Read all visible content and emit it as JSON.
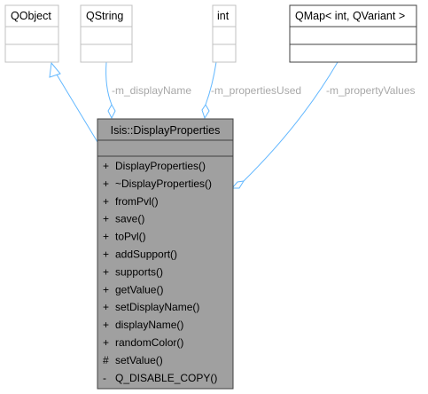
{
  "colors": {
    "edge": "#63b8ff",
    "box_border": "#404040",
    "box_faded_border": "#c0c0c0",
    "main_fill": "#a0a0a0",
    "label_text": "#a8a8a8"
  },
  "classes": {
    "qobject": {
      "name": "QObject"
    },
    "qstring": {
      "name": "QString"
    },
    "int": {
      "name": "int"
    },
    "qmap": {
      "name": "QMap< int, QVariant >"
    },
    "main": {
      "name": "Isis::DisplayProperties",
      "methods": [
        {
          "vis": "+",
          "name": "DisplayProperties()"
        },
        {
          "vis": "+",
          "name": "~DisplayProperties()"
        },
        {
          "vis": "+",
          "name": "fromPvl()"
        },
        {
          "vis": "+",
          "name": "save()"
        },
        {
          "vis": "+",
          "name": "toPvl()"
        },
        {
          "vis": "+",
          "name": "addSupport()"
        },
        {
          "vis": "+",
          "name": "supports()"
        },
        {
          "vis": "+",
          "name": "getValue()"
        },
        {
          "vis": "+",
          "name": "setDisplayName()"
        },
        {
          "vis": "+",
          "name": "displayName()"
        },
        {
          "vis": "+",
          "name": "randomColor()"
        },
        {
          "vis": "#",
          "name": "setValue()"
        },
        {
          "vis": "-",
          "name": "Q_DISABLE_COPY()"
        }
      ]
    }
  },
  "edges": {
    "display_name": "-m_displayName",
    "properties_used": "-m_propertiesUsed",
    "property_values": "-m_propertyValues"
  }
}
